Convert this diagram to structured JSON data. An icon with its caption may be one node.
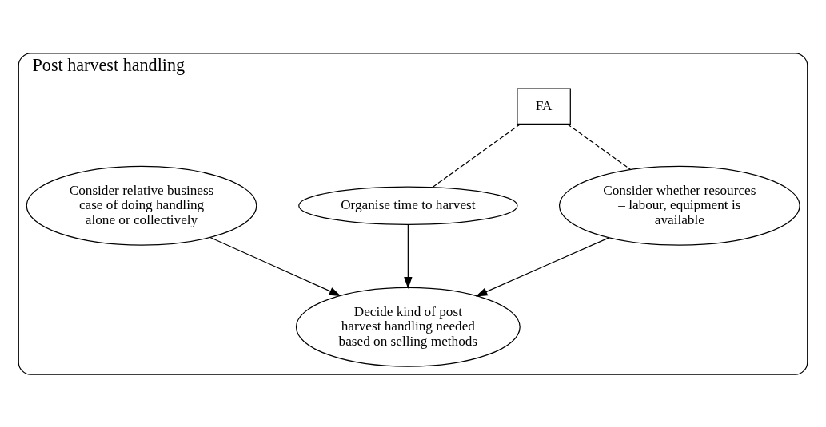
{
  "diagram": {
    "nodes": [
      {
        "text": [
          "Post harvest handling"
        ]
      },
      {
        "text": [
          "FA"
        ],
        "in": 0
      },
      {
        "text": [
          "Organise time to harvest"
        ],
        "in": 0
      },
      {
        "text": [
          "Consider whether resources – labour, equipment is available"
        ],
        "in": 0
      },
      {
        "text": [
          "Decide kind of post harvest handling needed based on selling methods"
        ],
        "in": 0
      },
      {
        "text": [
          "Consider relative business case of doing handling alone or collectively"
        ],
        "in": 0
      }
    ],
    "edges": [
      {
        "from": 1,
        "to": 2,
        "arrow": "none",
        "style": "dashed"
      },
      {
        "from": 1,
        "to": 3,
        "arrow": "none",
        "style": "dashed"
      },
      {
        "from": 2,
        "to": 4,
        "arrow": "to"
      },
      {
        "from": 3,
        "to": 4,
        "arrow": "to"
      },
      {
        "from": 5,
        "to": 4,
        "arrow": "to"
      }
    ]
  }
}
